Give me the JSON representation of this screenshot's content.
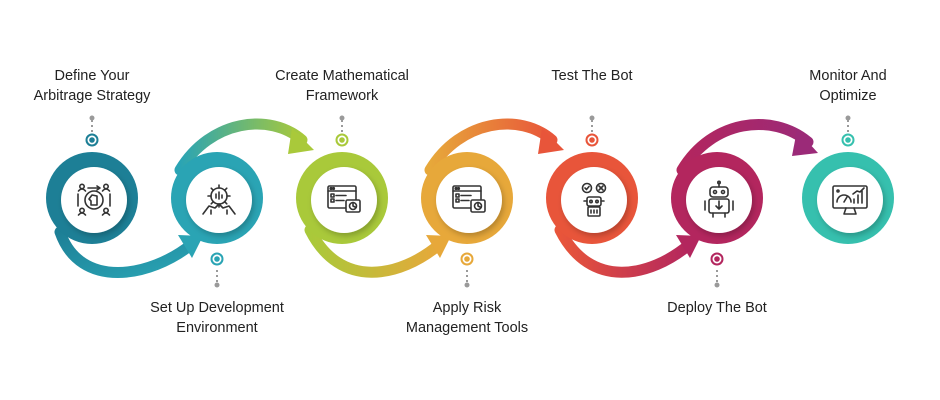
{
  "steps": [
    {
      "label_lines": [
        "Define Your",
        "Arbitrage Strategy"
      ],
      "color": "#1d7f96",
      "icon": "strategy-chess-network-icon"
    },
    {
      "label_lines": [
        "Set Up Development",
        "Environment"
      ],
      "color": "#2aa4b4",
      "icon": "gear-hands-setup-icon"
    },
    {
      "label_lines": [
        "Create Mathematical",
        "Framework"
      ],
      "color": "#a9c93a",
      "icon": "browser-window-checklist-icon"
    },
    {
      "label_lines": [
        "Apply Risk",
        "Management Tools"
      ],
      "color": "#e7a83a",
      "icon": "browser-window-checklist-icon"
    },
    {
      "label_lines": [
        "Test The Bot"
      ],
      "color": "#e8553a",
      "icon": "robot-test-check-icon"
    },
    {
      "label_lines": [
        "Deploy The Bot"
      ],
      "color": "#b3265e",
      "icon": "robot-deploy-icon"
    },
    {
      "label_lines": [
        "Monitor And",
        "Optimize"
      ],
      "color": "#36c0ae",
      "icon": "monitor-chart-gauge-icon"
    }
  ]
}
